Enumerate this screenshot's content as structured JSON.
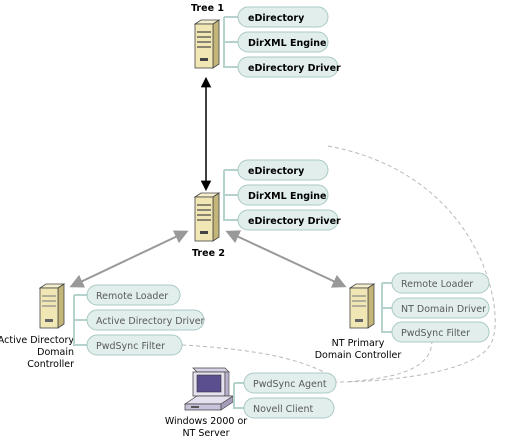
{
  "tree1": {
    "label": "Tree 1",
    "components": [
      "eDirectory",
      "DirXML Engine",
      "eDirectory Driver"
    ]
  },
  "tree2": {
    "label": "Tree 2",
    "components": [
      "eDirectory",
      "DirXML Engine",
      "eDirectory Driver"
    ]
  },
  "ad_controller": {
    "label_lines": [
      "Active Directory",
      "Domain",
      "Controller"
    ],
    "components": [
      "Remote Loader",
      "Active Directory Driver",
      "PwdSync Filter"
    ]
  },
  "nt_controller": {
    "label_lines": [
      "NT Primary",
      "Domain Controller"
    ],
    "components": [
      "Remote Loader",
      "NT Domain Driver",
      "PwdSync Filter"
    ]
  },
  "workstation": {
    "label_lines": [
      "Windows 2000 or",
      "NT Server"
    ],
    "components": [
      "PwdSync Agent",
      "Novell Client"
    ]
  },
  "colors": {
    "pill_fill": "#e1eeec",
    "pill_stroke": "#a9c9c4",
    "tree_connector": "#b5d2cd",
    "server_body": "#f1e7b5",
    "server_shade": "#c4b578",
    "server_outline": "#444444",
    "gray_arrow": "#999999",
    "dashed": "#b8b8b8"
  }
}
